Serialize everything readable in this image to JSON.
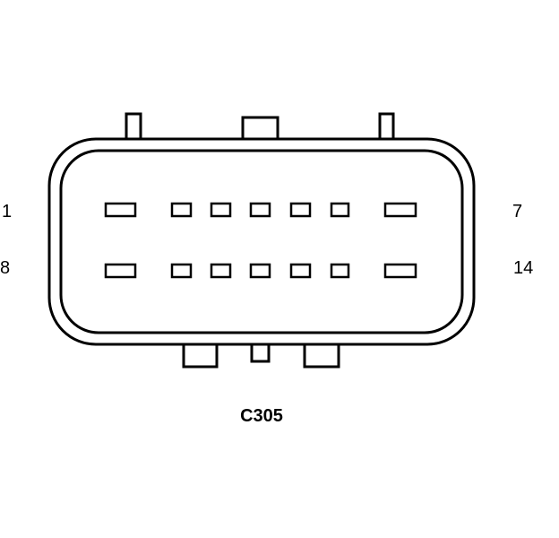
{
  "connector": {
    "name": "C305",
    "pin_labels": {
      "top_left": "1",
      "top_right": "7",
      "bottom_left": "8",
      "bottom_right": "14"
    },
    "rows": 2,
    "pins_per_row": 7
  }
}
